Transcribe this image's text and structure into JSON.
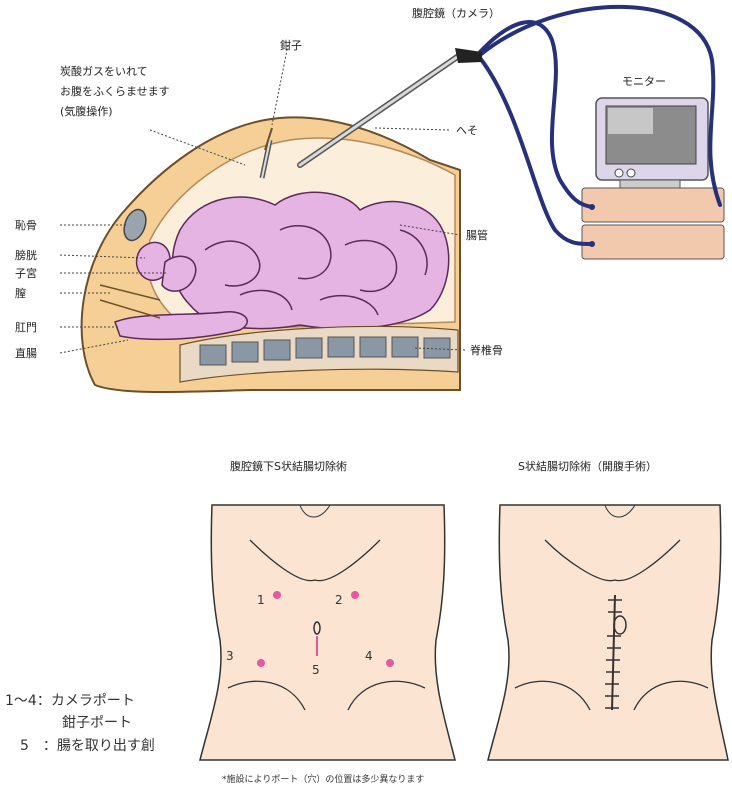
{
  "colors": {
    "skin": "#f6cf97",
    "skin_outline": "#6b4f2a",
    "intestine": "#e6b4e2",
    "intestine_outline": "#5a2a5a",
    "spine": "#8a98a6",
    "abdomen_skin": "#fbe5d2",
    "port_pink": "#e25aa2",
    "cable": "#27317a",
    "monitor_box": "#f2c9ad"
  },
  "top_labels": {
    "forceps": "鉗子",
    "laparoscope": "腹腔鏡（カメラ）",
    "gas_line1": "炭酸ガスをいれて",
    "gas_line2": "お腹をふくらませます",
    "gas_line3": "(気腹操作)",
    "navel": "へそ",
    "monitor": "モニター",
    "intestine": "腸管",
    "spine": "脊椎骨",
    "pubic_bone": "恥骨",
    "bladder": "膀胱",
    "uterus": "子宮",
    "vagina": "膣",
    "anus": "肛門",
    "rectum": "直腸"
  },
  "bottom_titles": {
    "lap": "腹腔鏡下S状結腸切除術",
    "open": "S状結腸切除術（開腹手術）"
  },
  "ports": [
    {
      "num": "1",
      "icon": "port-dot"
    },
    {
      "num": "2",
      "icon": "port-dot"
    },
    {
      "num": "3",
      "icon": "port-dot"
    },
    {
      "num": "4",
      "icon": "port-dot"
    },
    {
      "num": "5",
      "icon": "incision-mark"
    }
  ],
  "legend": {
    "line1": "1～4：カメラポート",
    "line2": "鉗子ポート",
    "line3": "5　：腸を取り出す創"
  },
  "footnote": "*施設によりポート（穴）の位置は多少異なります"
}
